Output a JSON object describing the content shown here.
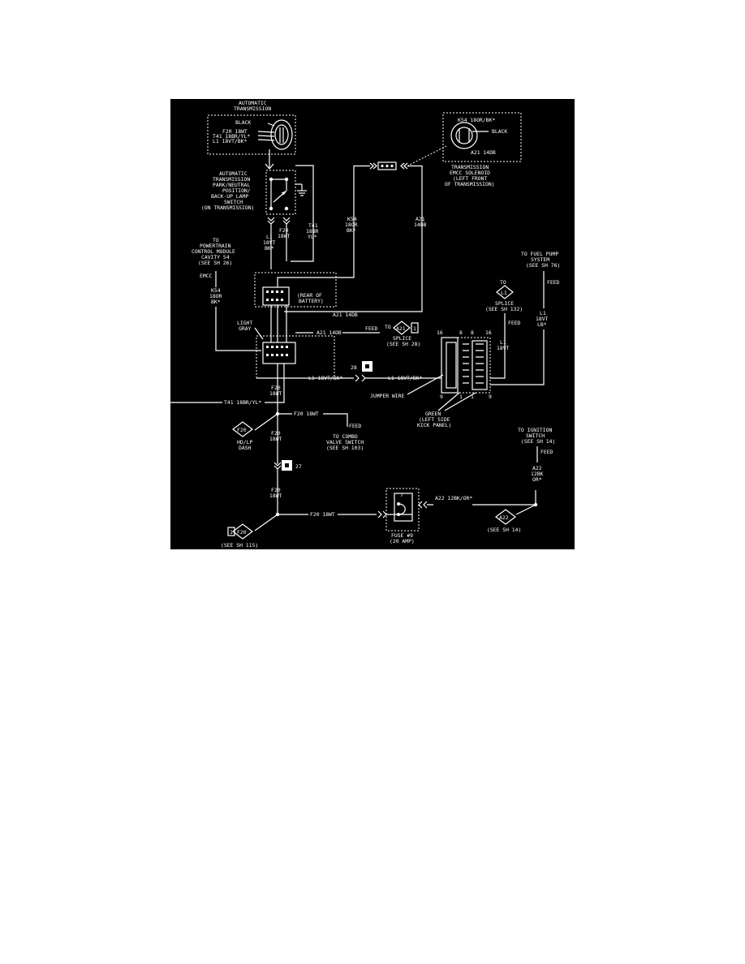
{
  "diagram": {
    "labels": {
      "auto_trans_1": "AUTOMATIC",
      "auto_trans_2": "TRANSMISSION",
      "black_top": "BLACK",
      "f20_18wt_top": "F20 18WT",
      "t41_top": "T41 18BR/YL*",
      "l1_top": "L1 18VT/BK*",
      "k54_top": "K54 18OR/BK*",
      "black_right": "BLACK",
      "a21_right": "A21 14DB",
      "tems_1": "TRANSMISSION",
      "tems_2": "EMCC SOLENOID",
      "tems_3": "(LEFT FRONT",
      "tems_4": "OF TRANSMISSION)",
      "atpn_1": "AUTOMATIC",
      "atpn_2": "TRANSMISSION",
      "atpn_3": "PARK/NEUTRAL",
      "atpn_4": "POSITION/",
      "atpn_5": "BACK-UP LAMP",
      "atpn_6": "SWITCH",
      "atpn_7": "(ON TRANSMISSION)",
      "f20_a": "F20",
      "f20_b": "18WT",
      "t41_a": "T41",
      "t41_b": "18BR",
      "t41_c": "YL*",
      "l1_a": "L1",
      "l1_b": "18VT",
      "l1_c": "BK*",
      "k54_a": "K54",
      "k54_b": "18OR",
      "k54_c": "BK*",
      "a21_a": "A21",
      "a21_b": "14DB",
      "pcm_1": "TO",
      "pcm_2": "POWERTRAIN",
      "pcm_3": "CONTROL MODULE",
      "pcm_4": "CAVITY 54",
      "pcm_5": "(SEE SH 26)",
      "emcc": "EMCC",
      "k54_l_a": "K54",
      "k54_l_b": "18OR",
      "k54_l_c": "BK*",
      "rear_1": "(REAR OF",
      "rear_2": "BATTERY)",
      "a21_mid": "A21 14DB",
      "light_1": "LIGHT",
      "light_2": "GRAY",
      "a21_feed": "A21 14DB",
      "feed_a": "FEED",
      "to_a": "TO",
      "a21_diamond": "A21",
      "one": "1",
      "splice_1": "SPLICE",
      "splice_2": "(SEE SH 28)",
      "fuel_1": "TO FUEL PUMP",
      "fuel_2": "SYSTEM",
      "fuel_3": "(SEE SH 76)",
      "feed_b": "FEED",
      "to_l1": "TO",
      "l1_diamond": "L1",
      "splice2_1": "SPLICE",
      "splice2_2": "(SEE SH 132)",
      "feed_c": "FEED",
      "l1_r_a": "L1",
      "l1_r_b": "18VT",
      "l1_r_c": "LB*",
      "l1_c_a": "L1",
      "l1_c_b": "18VT",
      "pin16_l": "16",
      "pin8_l": "8",
      "pin8_r": "8",
      "pin16_r": "16",
      "pin9_l": "9",
      "pin1_l": "1",
      "pin1_r": "1",
      "pin9_r": "9",
      "connector_28": "28",
      "l1_wire_left": "L1 18VT/BK*",
      "l1_wire_right": "L1 18VT/BK*",
      "jumper": "JUMPER WIRE",
      "green_1": "GREEN",
      "green_2": "(LEFT SIDE",
      "green_3": "KICK PANEL)",
      "f20_mid_a": "F20",
      "f20_mid_b": "18WT",
      "t41_wire": "T41 18BR/YL*",
      "f20_branch": "F20 18WT",
      "feed_d": "FEED",
      "combo_1": "TO COMBO",
      "combo_2": "VALVE SWITCH",
      "combo_3": "(SEE SH 103)",
      "f20_diamond": "F20",
      "hd_1": "HD/LP",
      "hd_2": "DASH",
      "f20_mid2_a": "F20",
      "f20_mid2_b": "18WT",
      "connector_27": "27",
      "ign_1": "TO IGNITION",
      "ign_2": "SWITCH",
      "ign_3": "(SEE SH 14)",
      "feed_e": "FEED",
      "a22_a": "A22",
      "a22_b": "12BK",
      "a22_c": "OR*",
      "f20_low_a": "F20",
      "f20_low_b": "18WT",
      "fuse_num": "7",
      "a22_wire": "A22 12BK/OR*",
      "f20_bottom_wire": "F20 18WT",
      "f20_bottom_diamond": "F20",
      "one_b": "1",
      "see_115": "(SEE SH 115)",
      "fuse_1": "FUSE #9",
      "fuse_2": "(20 AMP)",
      "a22_diamond": "A22",
      "see_14": "(SEE SH 14)"
    }
  }
}
